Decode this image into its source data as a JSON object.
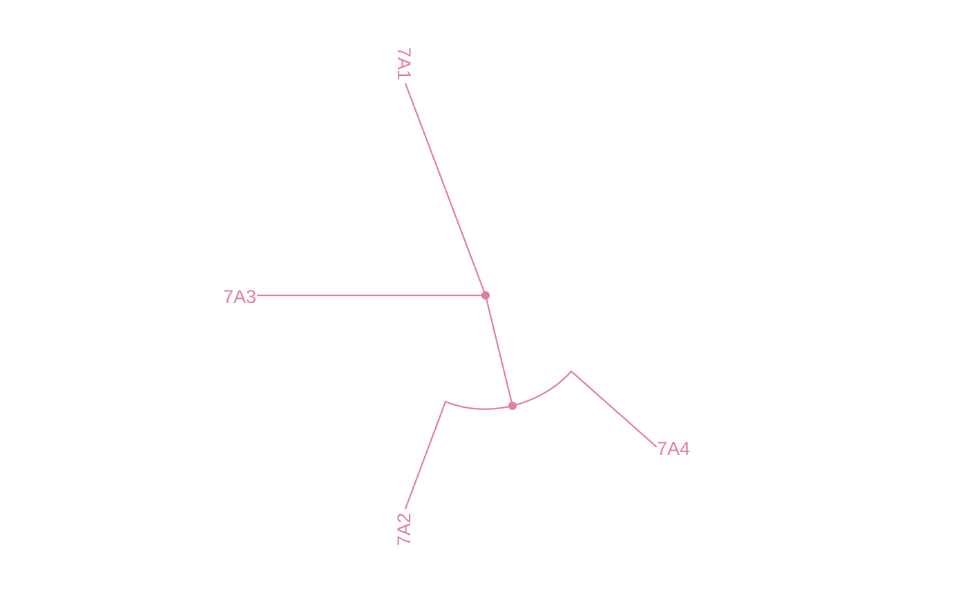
{
  "diagram": {
    "type": "phylogenetic-tree",
    "layout": "unrooted-fan",
    "colors": {
      "branch": "#e07f98",
      "label": "#e07f98",
      "node": "#e07f98",
      "background": "#ffffff"
    },
    "tips": [
      {
        "id": "t1",
        "label": "7A1"
      },
      {
        "id": "t2",
        "label": "7A2"
      },
      {
        "id": "t3",
        "label": "7A3"
      },
      {
        "id": "t4",
        "label": "7A4"
      }
    ],
    "internal_nodes": [
      {
        "id": "n1",
        "children": [
          "t1",
          "t3",
          "n2"
        ]
      },
      {
        "id": "n2",
        "children": [
          "t2",
          "t4"
        ]
      }
    ]
  }
}
